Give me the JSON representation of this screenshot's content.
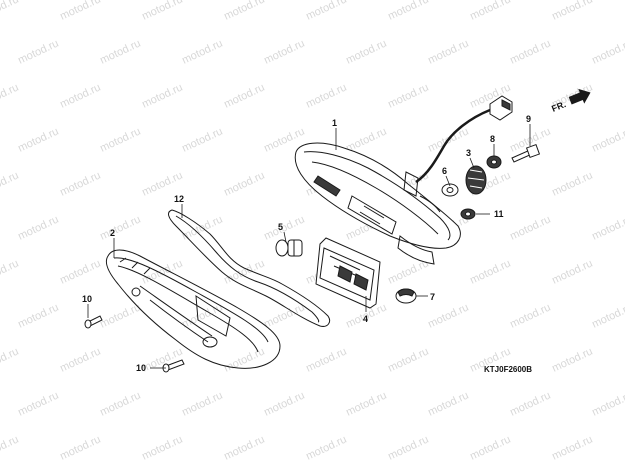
{
  "watermark": {
    "text": "motod.ru",
    "color": "#d9d9d9"
  },
  "diagram_code": "KTJ0F2600B",
  "direction_label": "FR.",
  "callouts": [
    {
      "id": "c1",
      "label": "1"
    },
    {
      "id": "c2",
      "label": "2"
    },
    {
      "id": "c3",
      "label": "3"
    },
    {
      "id": "c4",
      "label": "4"
    },
    {
      "id": "c5",
      "label": "5"
    },
    {
      "id": "c6",
      "label": "6"
    },
    {
      "id": "c7",
      "label": "7"
    },
    {
      "id": "c8",
      "label": "8"
    },
    {
      "id": "c9",
      "label": "9"
    },
    {
      "id": "c10a",
      "label": "10"
    },
    {
      "id": "c10b",
      "label": "10"
    },
    {
      "id": "c11",
      "label": "11"
    },
    {
      "id": "c12",
      "label": "12"
    }
  ],
  "colors": {
    "line": "#1a1a1a",
    "dark_fill": "#3a3a3a",
    "paper": "#ffffff"
  }
}
